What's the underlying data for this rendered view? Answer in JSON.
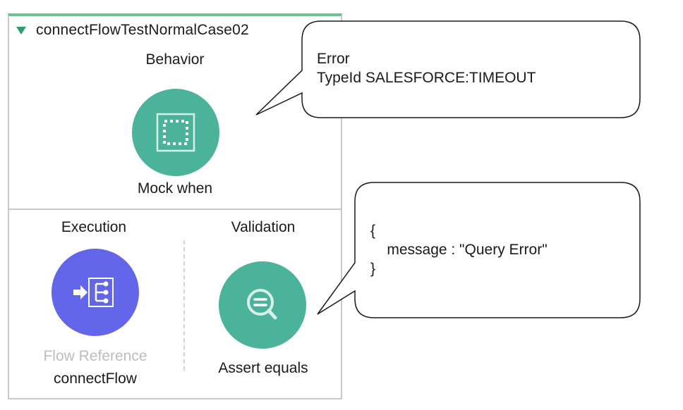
{
  "flow": {
    "title": "connectFlowTestNormalCase02",
    "behavior": {
      "section_title": "Behavior",
      "component_label": "Mock when"
    },
    "execution": {
      "section_title": "Execution",
      "component_type": "Flow Reference",
      "component_label": "connectFlow"
    },
    "validation": {
      "section_title": "Validation",
      "component_label": "Assert equals"
    }
  },
  "callouts": {
    "mock_error": {
      "line1": "Error",
      "line2": "TypeId SALESFORCE:TIMEOUT"
    },
    "assert_expected": {
      "line1": "{",
      "line2": "    message : \"Query Error\"",
      "line3": "}"
    }
  },
  "colors": {
    "accent_bar": "#6ac28f",
    "mock_circle": "#4bb399",
    "flow_ref_circle": "#6366e8",
    "assert_circle": "#4bb399",
    "border": "#c9c9c9"
  },
  "icons": {
    "mock": "dashed-square-icon",
    "flow_ref": "flow-reference-icon",
    "assert": "magnifier-equals-icon",
    "collapse": "caret-down-icon"
  }
}
